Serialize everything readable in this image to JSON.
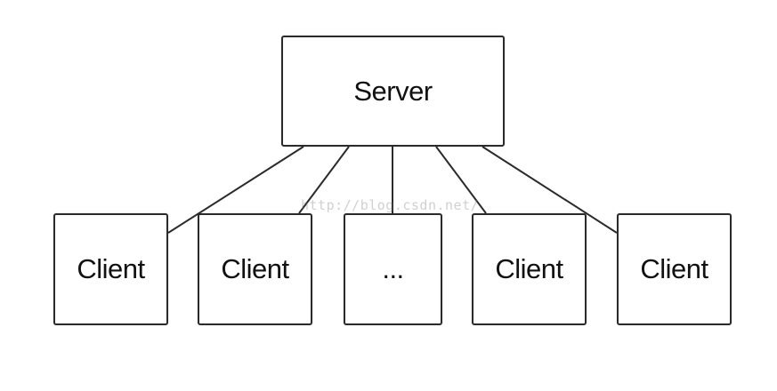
{
  "diagram": {
    "server": {
      "label": "Server"
    },
    "clients": [
      {
        "label": "Client"
      },
      {
        "label": "Client"
      },
      {
        "label": "..."
      },
      {
        "label": "Client"
      },
      {
        "label": "Client"
      }
    ],
    "watermark": "http://blog.csdn.net/"
  },
  "colors": {
    "border": "#2b2b2b",
    "line": "#2b2b2b",
    "text": "#111111",
    "background": "#ffffff"
  }
}
